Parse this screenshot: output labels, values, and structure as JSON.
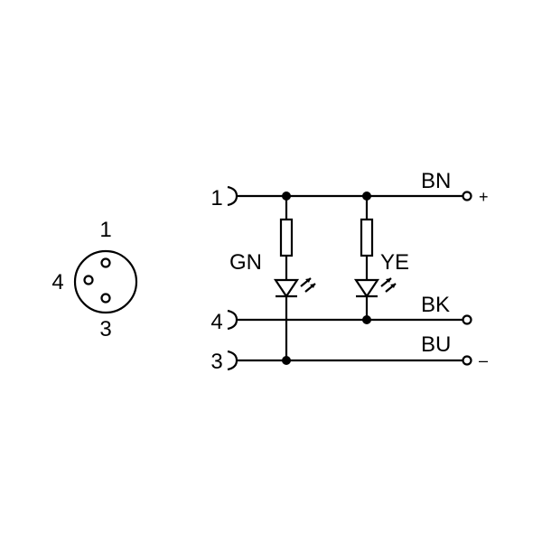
{
  "connector_pins": {
    "pin_top": "1",
    "pin_left": "4",
    "pin_bottom": "3"
  },
  "terminals": {
    "t1": "1",
    "t4": "4",
    "t3": "3"
  },
  "wires": {
    "bn": "BN",
    "bk": "BK",
    "bu": "BU",
    "plus": "+",
    "minus": "–"
  },
  "leds": {
    "green": "GN",
    "yellow": "YE"
  }
}
